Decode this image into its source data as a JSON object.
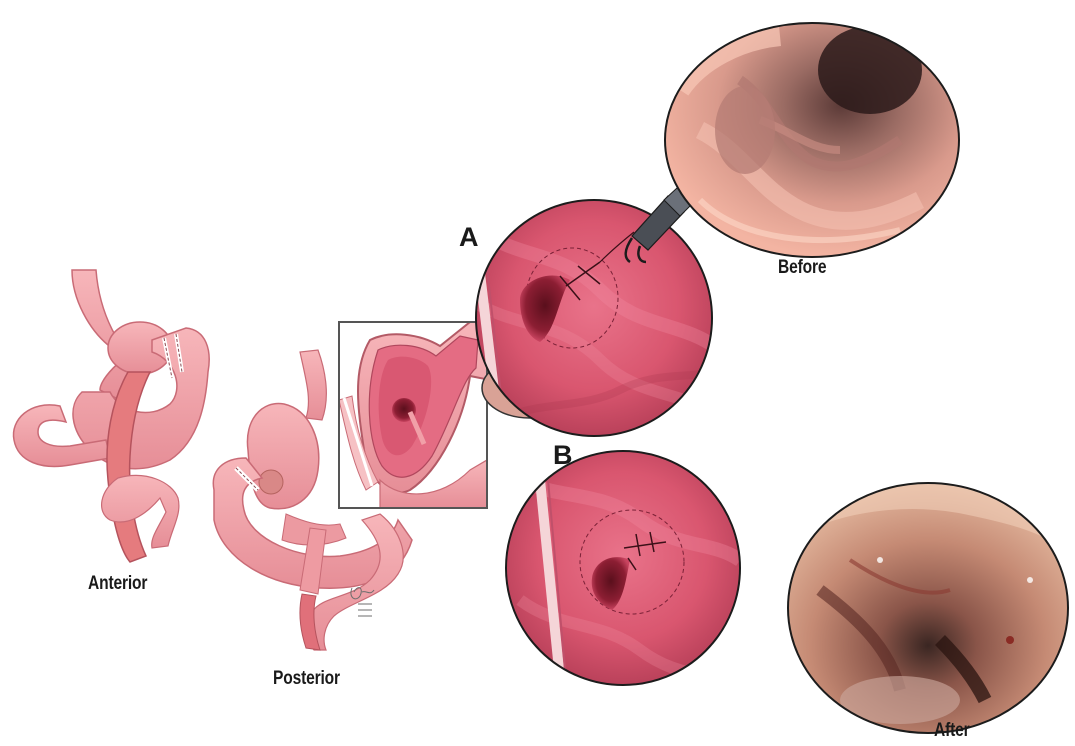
{
  "labels": {
    "anterior": "Anterior",
    "posterior": "Posterior",
    "before": "Before",
    "after": "After",
    "panel_a": "A",
    "panel_b": "B"
  },
  "colors": {
    "tissue_pink": "#f2a0a6",
    "tissue_dark": "#e07f88",
    "mucosa_red": "#d8536c",
    "endoscopy_orange": "#e7a38d",
    "inset_border": "#555555"
  },
  "icons": [
    "suture-device-icon",
    "signature-mark"
  ]
}
